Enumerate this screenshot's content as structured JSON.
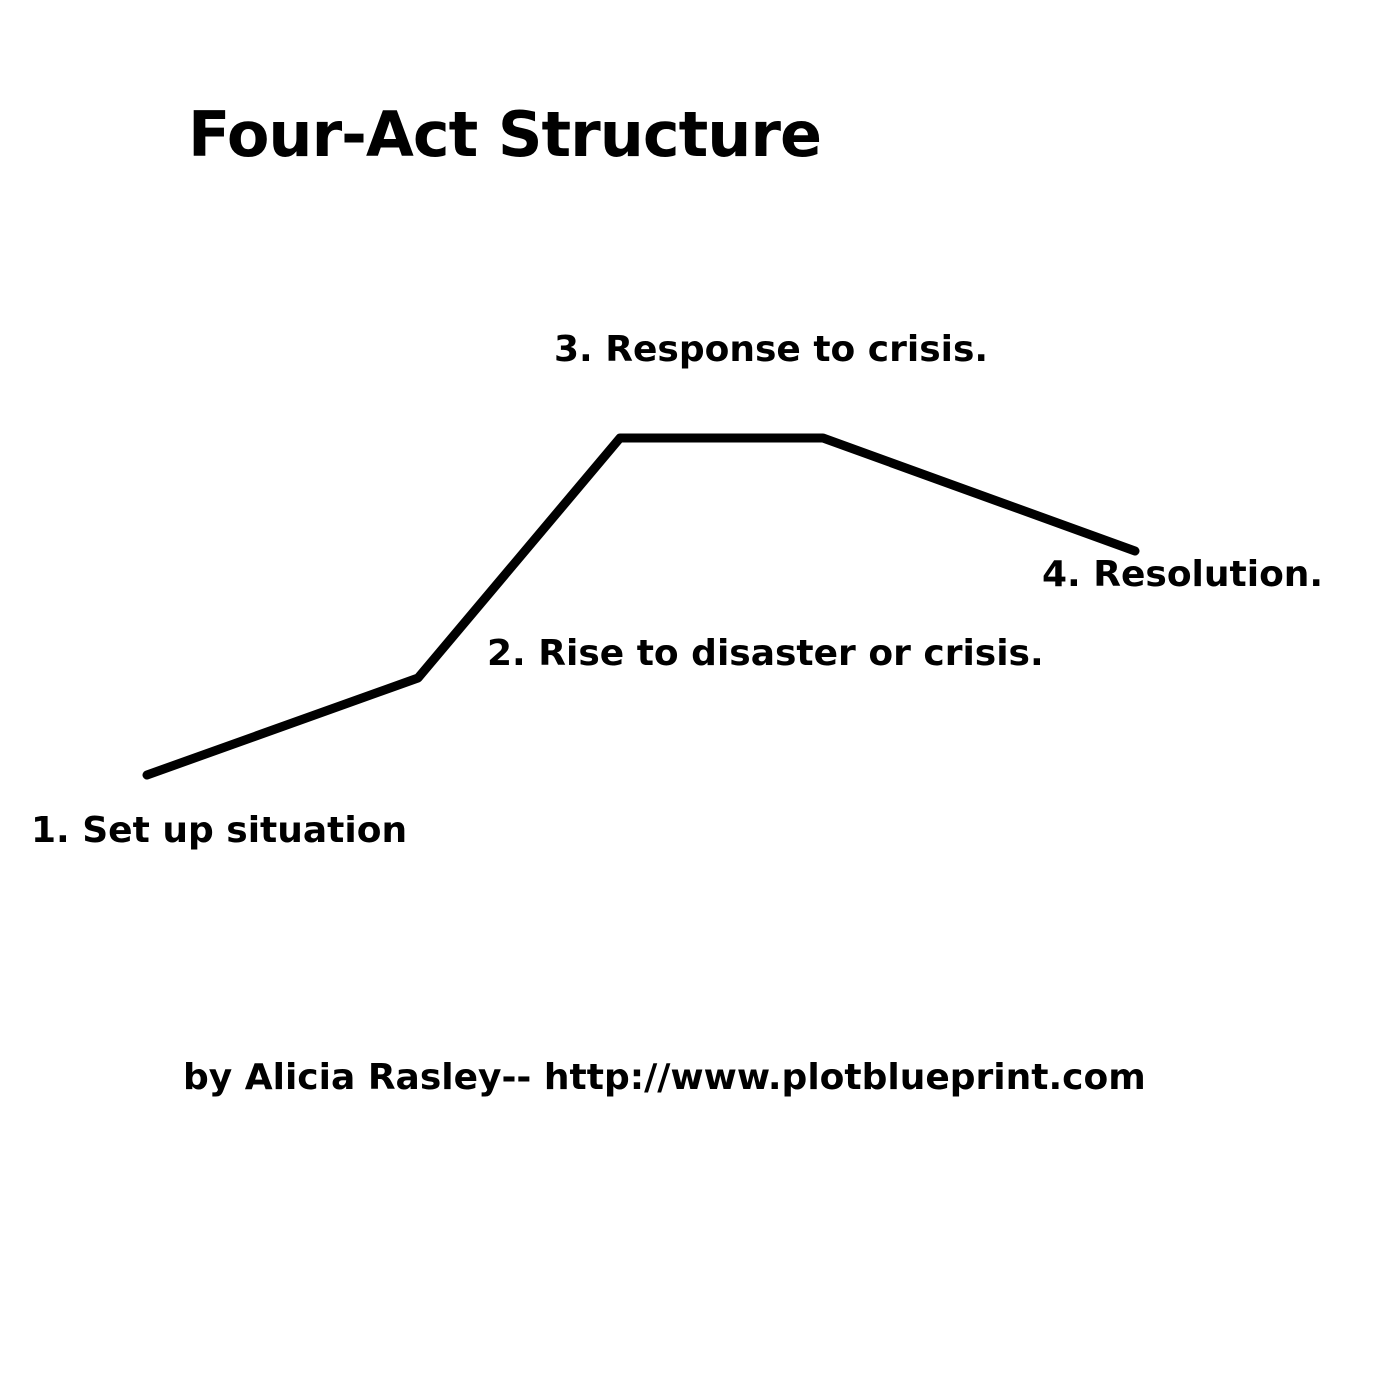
{
  "title": "Four-Act Structure",
  "acts": [
    {
      "label": "1. Set up situation"
    },
    {
      "label": "2. Rise to disaster or crisis."
    },
    {
      "label": "3. Response to crisis."
    },
    {
      "label": "4. Resolution."
    }
  ],
  "credit": "by Alicia Rasley-- http://www.plotblueprint.com",
  "colors": {
    "background": "#ffffff",
    "line": "#000000",
    "text": "#000000"
  }
}
